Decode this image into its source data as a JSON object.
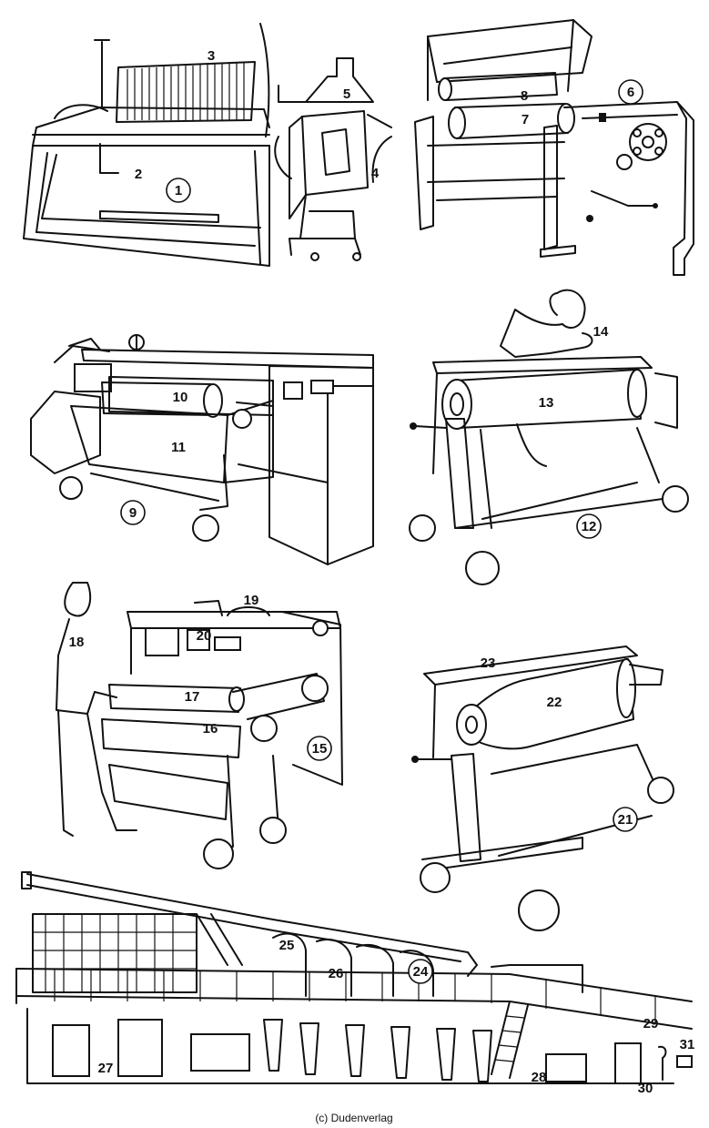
{
  "credit": "(c) Dudenverlag",
  "labels": [
    {
      "id": "1",
      "circled": true
    },
    {
      "id": "2",
      "circled": false
    },
    {
      "id": "3",
      "circled": false
    },
    {
      "id": "4",
      "circled": false
    },
    {
      "id": "5",
      "circled": false
    },
    {
      "id": "6",
      "circled": true
    },
    {
      "id": "7",
      "circled": false
    },
    {
      "id": "8",
      "circled": false
    },
    {
      "id": "9",
      "circled": true
    },
    {
      "id": "10",
      "circled": false
    },
    {
      "id": "11",
      "circled": false
    },
    {
      "id": "12",
      "circled": true
    },
    {
      "id": "13",
      "circled": false
    },
    {
      "id": "14",
      "circled": false
    },
    {
      "id": "15",
      "circled": true
    },
    {
      "id": "16",
      "circled": false
    },
    {
      "id": "17",
      "circled": false
    },
    {
      "id": "18",
      "circled": false
    },
    {
      "id": "19",
      "circled": false
    },
    {
      "id": "20",
      "circled": false
    },
    {
      "id": "21",
      "circled": true
    },
    {
      "id": "22",
      "circled": false
    },
    {
      "id": "23",
      "circled": false
    },
    {
      "id": "24",
      "circled": true
    },
    {
      "id": "25",
      "circled": false
    },
    {
      "id": "26",
      "circled": false
    },
    {
      "id": "27",
      "circled": false
    },
    {
      "id": "28",
      "circled": false
    },
    {
      "id": "29",
      "circled": false
    },
    {
      "id": "30",
      "circled": false
    },
    {
      "id": "31",
      "circled": false
    }
  ]
}
